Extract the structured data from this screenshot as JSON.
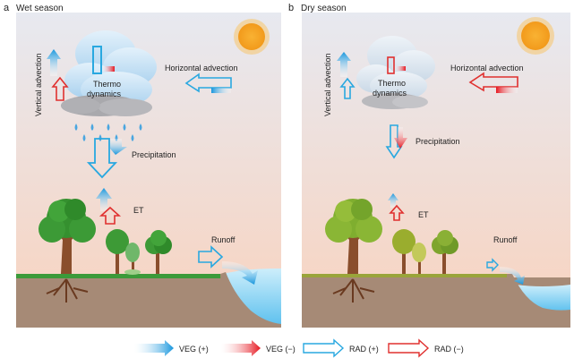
{
  "panels": [
    {
      "letter": "a",
      "title": "Wet season",
      "labels": {
        "vertical": "Vertical advection",
        "horizontal": "Horizontal advection",
        "thermo1": "Thermo",
        "thermo2": "dynamics",
        "precipitation": "Precipitation",
        "et": "ET",
        "runoff": "Runoff"
      }
    },
    {
      "letter": "b",
      "title": "Dry season",
      "labels": {
        "vertical": "Vertical advection",
        "horizontal": "Horizontal advection",
        "thermo1": "Thermo",
        "thermo2": "dynamics",
        "precipitation": "Precipitation",
        "et": "ET",
        "runoff": "Runoff"
      }
    }
  ],
  "legend": [
    {
      "label": "VEG (+)",
      "kind": "veg-plus"
    },
    {
      "label": "VEG (−)",
      "kind": "veg-minus"
    },
    {
      "label": "RAD (+)",
      "kind": "rad-plus"
    },
    {
      "label": "RAD (−)",
      "kind": "rad-minus"
    }
  ],
  "colors": {
    "veg_plus": "#1a9be0",
    "veg_minus": "#e8202a",
    "rad_plus": "#29a8e0",
    "rad_minus": "#e0302f",
    "sky_top": "#e6e8ef",
    "sky_bottom": "#f6d7c9",
    "soil": "#a58a75",
    "grass_wet": "#3d9a3c",
    "grass_dry": "#9aa53a",
    "water": "#6cc6ee",
    "sun": "#f7a21c"
  }
}
